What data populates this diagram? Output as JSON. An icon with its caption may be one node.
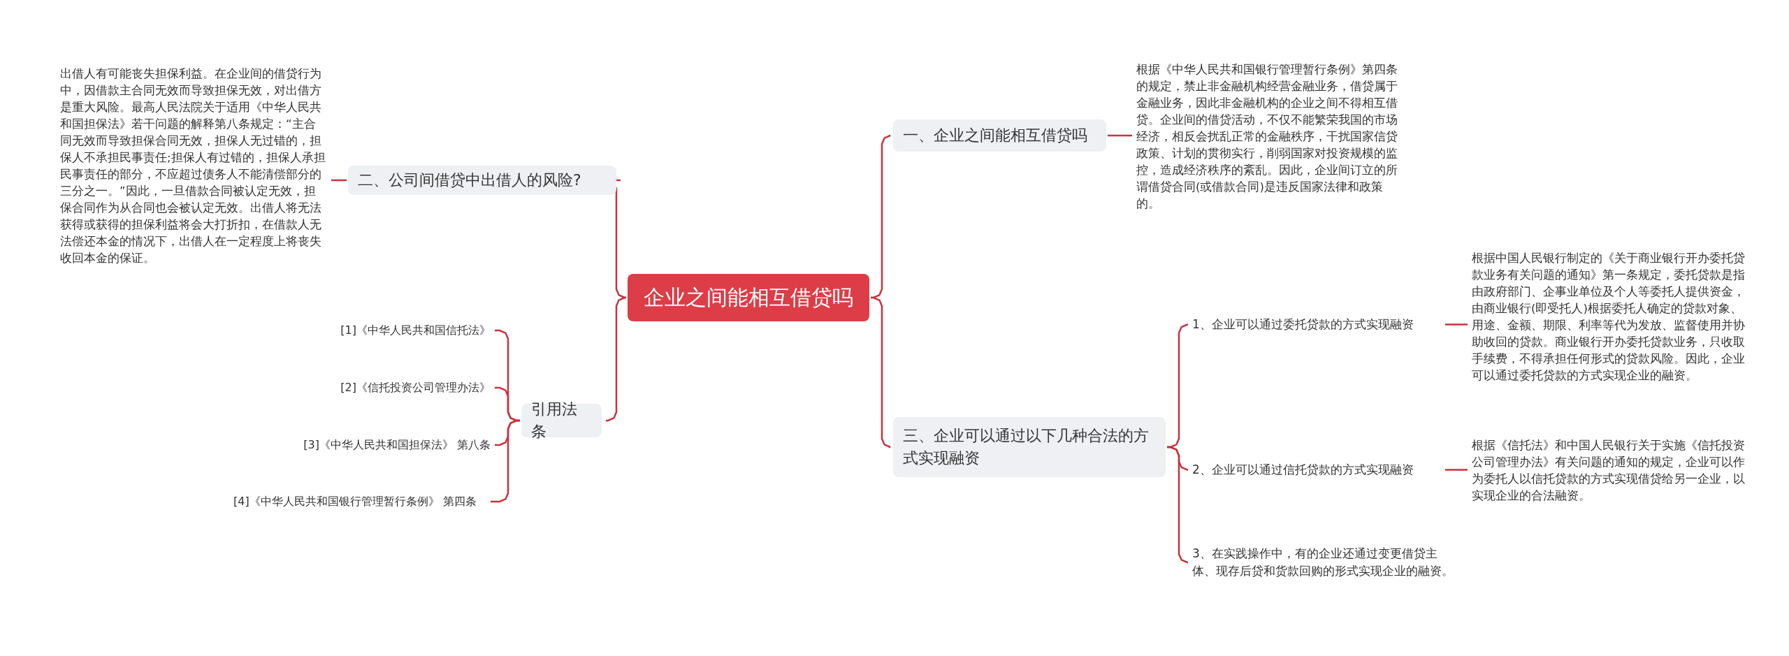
{
  "diagram": {
    "nodes": [
      {
        "text": [
          "企业之间能相互借贷吗"
        ]
      },
      {
        "text": [
          "二、公司间借贷中出借人的风险?"
        ]
      },
      {
        "text": [
          "出借人有可能丧失担保利益。在企业间的借贷行为中，因借款主合同无效而导致担保无效，对出借方是重大风险。最高人民法院关于适用《中华人民共和国担保法》若干问题的解释第八条规定：“主合同无效而导致担保合同无效，担保人无过错的，担保人不承担民事责任;担保人有过错的，担保人承担民事责任的部分，不应超过债务人不能清偿部分的三分之一。”因此，一旦借款合同被认定无效，担保合同作为从合同也会被认定无效。出借人将无法获得或获得的担保利益将会大打折扣，在借款人无法偿还本金的情况下，出借人在一定程度上将丧失收回本金的保证。"
        ]
      },
      {
        "text": [
          "引用法条"
        ]
      },
      {
        "text": [
          "[1]《中华人民共和国信托法》"
        ]
      },
      {
        "text": [
          "[2]《信托投资公司管理办法》"
        ]
      },
      {
        "text": [
          "[3]《中华人民共和国担保法》 第八条"
        ]
      },
      {
        "text": [
          "[4]《中华人民共和国银行管理暂行条例》 第四条"
        ]
      },
      {
        "text": [
          "一、企业之间能相互借贷吗"
        ]
      },
      {
        "text": [
          "根据《中华人民共和国银行管理暂行条例》第四条的规定，禁止非金融机构经营金融业务，借贷属于金融业务，因此非金融机构的企业之间不得相互借贷。企业间的借贷活动，不仅不能繁荣我国的市场经济，相反会扰乱正常的金融秩序，干扰国家信贷政策、计划的贯彻实行，削弱国家对投资规模的监控，造成经济秩序的紊乱。因此，企业间订立的所谓借贷合同(或借款合同)是违反国家法律和政策的。"
        ]
      },
      {
        "text": [
          "三、企业可以通过以下几种合法的方式实现融资"
        ]
      },
      {
        "text": [
          "1、企业可以通过委托贷款的方式实现融资"
        ]
      },
      {
        "text": [
          "根据中国人民银行制定的《关于商业银行开办委托贷款业务有关问题的通知》第一条规定，委托贷款是指由政府部门、企事业单位及个人等委托人提供资金，由商业银行(即受托人)根据委托人确定的贷款对象、用途、金额、期限、利率等代为发放、监督使用并协助收回的贷款。商业银行开办委托贷款业务，只收取手续费，不得承担任何形式的贷款风险。因此，企业可以通过委托贷款的方式实现企业的融资。"
        ]
      },
      {
        "text": [
          "2、企业可以通过信托贷款的方式实现融资"
        ]
      },
      {
        "text": [
          "根据《信托法》和中国人民银行关于实施《信托投资公司管理办法》有关问题的通知的规定，企业可以作为委托人以信托贷款的方式实现借贷给另一企业，以实现企业的合法融资。"
        ]
      },
      {
        "text": [
          "3、在实践操作中，有的企业还通过变更借贷主体、现存后贷和货款回购的形式实现企业的融资。"
        ]
      }
    ],
    "edges": [
      {
        "from": 0,
        "to": 1,
        "arrow": "none"
      },
      {
        "from": 1,
        "to": 2,
        "arrow": "none"
      },
      {
        "from": 0,
        "to": 3,
        "arrow": "none"
      },
      {
        "from": 3,
        "to": 4,
        "arrow": "none"
      },
      {
        "from": 3,
        "to": 5,
        "arrow": "none"
      },
      {
        "from": 3,
        "to": 6,
        "arrow": "none"
      },
      {
        "from": 3,
        "to": 7,
        "arrow": "none"
      },
      {
        "from": 0,
        "to": 8,
        "arrow": "none"
      },
      {
        "from": 8,
        "to": 9,
        "arrow": "none"
      },
      {
        "from": 0,
        "to": 10,
        "arrow": "none"
      },
      {
        "from": 10,
        "to": 11,
        "arrow": "none"
      },
      {
        "from": 11,
        "to": 12,
        "arrow": "none"
      },
      {
        "from": 10,
        "to": 13,
        "arrow": "none"
      },
      {
        "from": 13,
        "to": 14,
        "arrow": "none"
      },
      {
        "from": 10,
        "to": 15,
        "arrow": "none"
      }
    ]
  }
}
